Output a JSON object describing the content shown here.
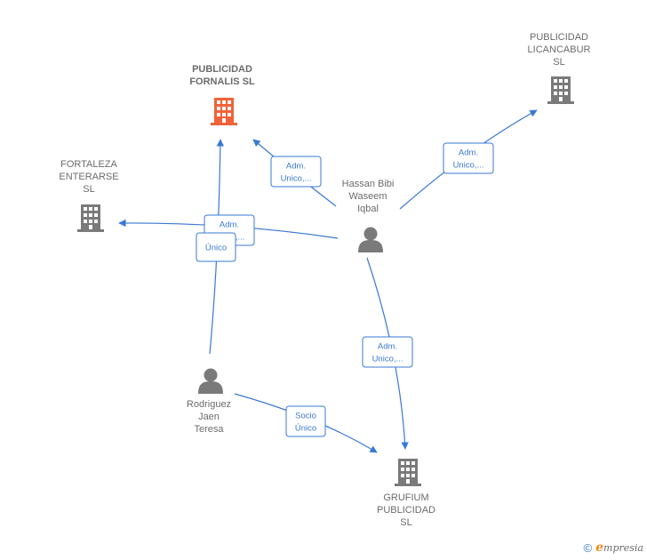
{
  "colors": {
    "edge": "#3a78d4",
    "node_gray": "#7a7a7a",
    "node_highlight": "#f0623a",
    "label": "#6b6b6b"
  },
  "nodes": [
    {
      "id": "fornalis",
      "type": "company",
      "highlight": true,
      "lines": [
        "PUBLICIDAD",
        "FORNALIS  SL"
      ]
    },
    {
      "id": "licancabur",
      "type": "company",
      "highlight": false,
      "lines": [
        "PUBLICIDAD",
        "LICANCABUR",
        "SL"
      ]
    },
    {
      "id": "fortaleza",
      "type": "company",
      "highlight": false,
      "lines": [
        "FORTALEZA",
        "ENTERARSE",
        "SL"
      ]
    },
    {
      "id": "hassan",
      "type": "person",
      "lines": [
        "Hassan Bibi",
        "Waseem",
        "Iqbal"
      ]
    },
    {
      "id": "rodriguez",
      "type": "person",
      "lines": [
        "Rodriguez",
        "Jaen",
        "Teresa"
      ]
    },
    {
      "id": "grufium",
      "type": "company",
      "highlight": false,
      "lines": [
        "GRUFIUM",
        "PUBLICIDAD",
        "SL"
      ]
    }
  ],
  "edges": [
    {
      "id": "hassan-fornalis",
      "from": "hassan",
      "to": "fornalis",
      "label": [
        "Adm.",
        "Unico,..."
      ]
    },
    {
      "id": "hassan-licancabur",
      "from": "hassan",
      "to": "licancabur",
      "label": [
        "Adm.",
        "Unico,..."
      ]
    },
    {
      "id": "hassan-fortaleza",
      "from": "hassan",
      "to": "fortaleza",
      "label": [
        "Adm.",
        "Unico,..."
      ]
    },
    {
      "id": "rodriguez-fornalis",
      "from": "rodriguez",
      "to": "fornalis",
      "label": [
        "Único"
      ]
    },
    {
      "id": "hassan-grufium",
      "from": "hassan",
      "to": "grufium",
      "label": [
        "Adm.",
        "Unico,..."
      ]
    },
    {
      "id": "rodriguez-grufium",
      "from": "rodriguez",
      "to": "grufium",
      "label": [
        "Socio",
        "Único"
      ]
    }
  ],
  "footer": {
    "copyright_symbol": "©",
    "brand_initial": "e",
    "brand_rest": "mpresia"
  }
}
